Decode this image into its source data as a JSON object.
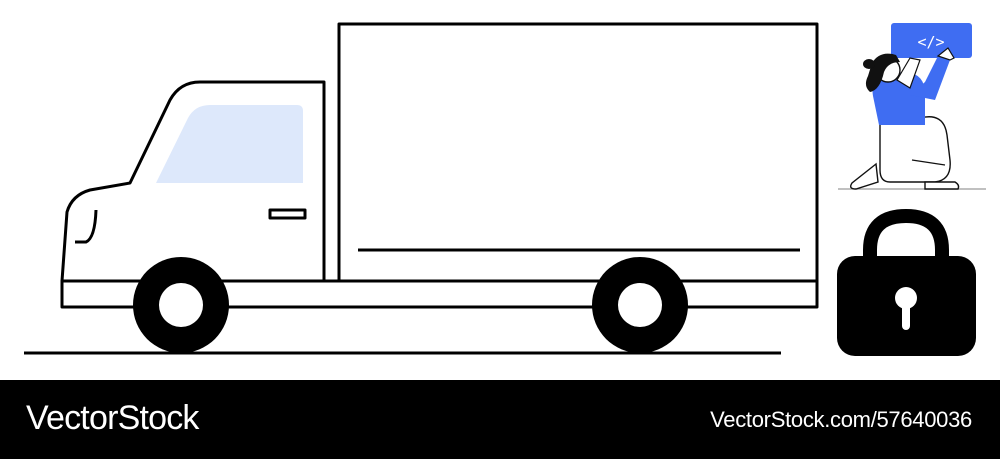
{
  "illustration": {
    "subject": "delivery-truck",
    "accessories": [
      "developer-with-code-sign",
      "padlock"
    ],
    "code_tag": "</>",
    "colors": {
      "outline": "#000000",
      "window_tint": "#dde8fb",
      "accent_blue": "#3f6df2",
      "background": "#ffffff"
    }
  },
  "footer": {
    "brand": "VectorStock",
    "url": "VectorStock.com/57640036",
    "background": "#000000",
    "text_color": "#ffffff"
  }
}
